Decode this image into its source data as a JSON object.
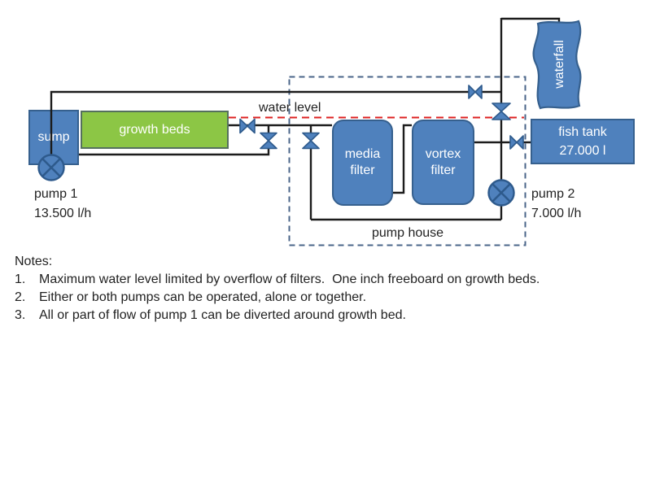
{
  "colors": {
    "shape_blue": "#4f81bd",
    "shape_blue_border": "#36608e",
    "growth_bed_green": "#8cc645",
    "pipe_black": "#1c1c1c",
    "water_level_red": "#dd2222",
    "pump_house_dash_blue": "#4a6488"
  },
  "diagram": {
    "sump": {
      "label": "sump"
    },
    "growth_beds": {
      "label": "growth beds"
    },
    "media_filter": {
      "label": "media filter"
    },
    "vortex_filter": {
      "label": "vortex filter"
    },
    "fish_tank": {
      "name": "fish tank",
      "capacity": "27.000 l"
    },
    "waterfall": {
      "label": "waterfall"
    },
    "water_level_label": "water level",
    "pump_house_label": "pump house",
    "pump1": {
      "name": "pump 1",
      "flow": "13.500 l/h"
    },
    "pump2": {
      "name": "pump 2",
      "flow": "7.000 l/h"
    }
  },
  "notes": {
    "title": "Notes:",
    "items": [
      {
        "num": "1.",
        "text": "Maximum water level limited by overflow of filters.  One inch freeboard on growth beds."
      },
      {
        "num": "2.",
        "text": "Either or both pumps can be operated, alone or together."
      },
      {
        "num": "3.",
        "text": "All or part of flow of pump 1 can be diverted around growth bed."
      }
    ]
  }
}
